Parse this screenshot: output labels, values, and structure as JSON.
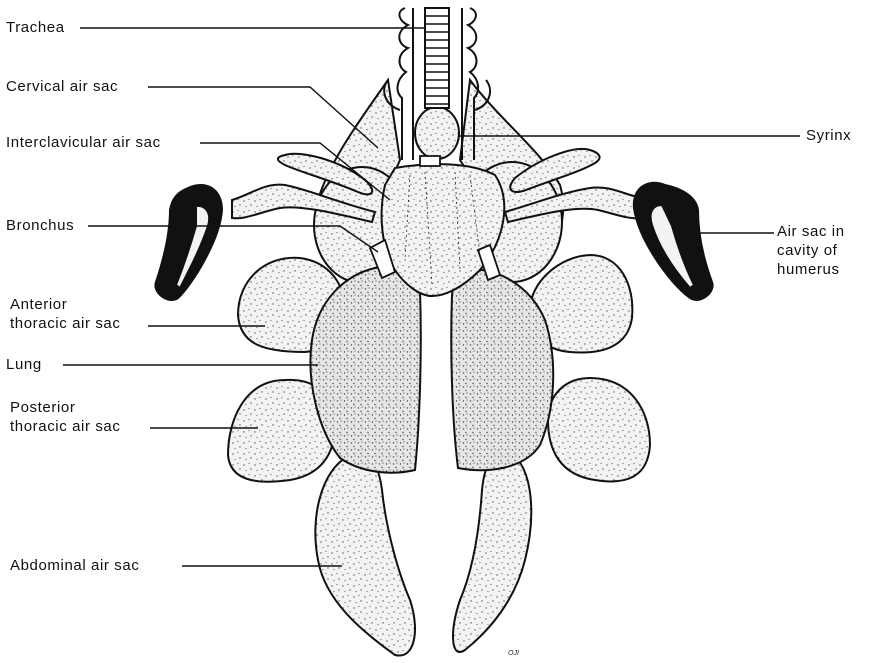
{
  "labels": {
    "trachea": "Trachea",
    "cervical": "Cervical air sac",
    "interclavicular": "Interclavicular air sac",
    "bronchus": "Bronchus",
    "anterior": [
      "Anterior",
      "thoracic air sac"
    ],
    "lung": "Lung",
    "posterior": [
      "Posterior",
      "thoracic air sac"
    ],
    "abdominal": "Abdominal air sac",
    "syrinx": "Syrinx",
    "humerus": [
      "Air sac in",
      "cavity of",
      "humerus"
    ]
  },
  "signature": "OJI"
}
